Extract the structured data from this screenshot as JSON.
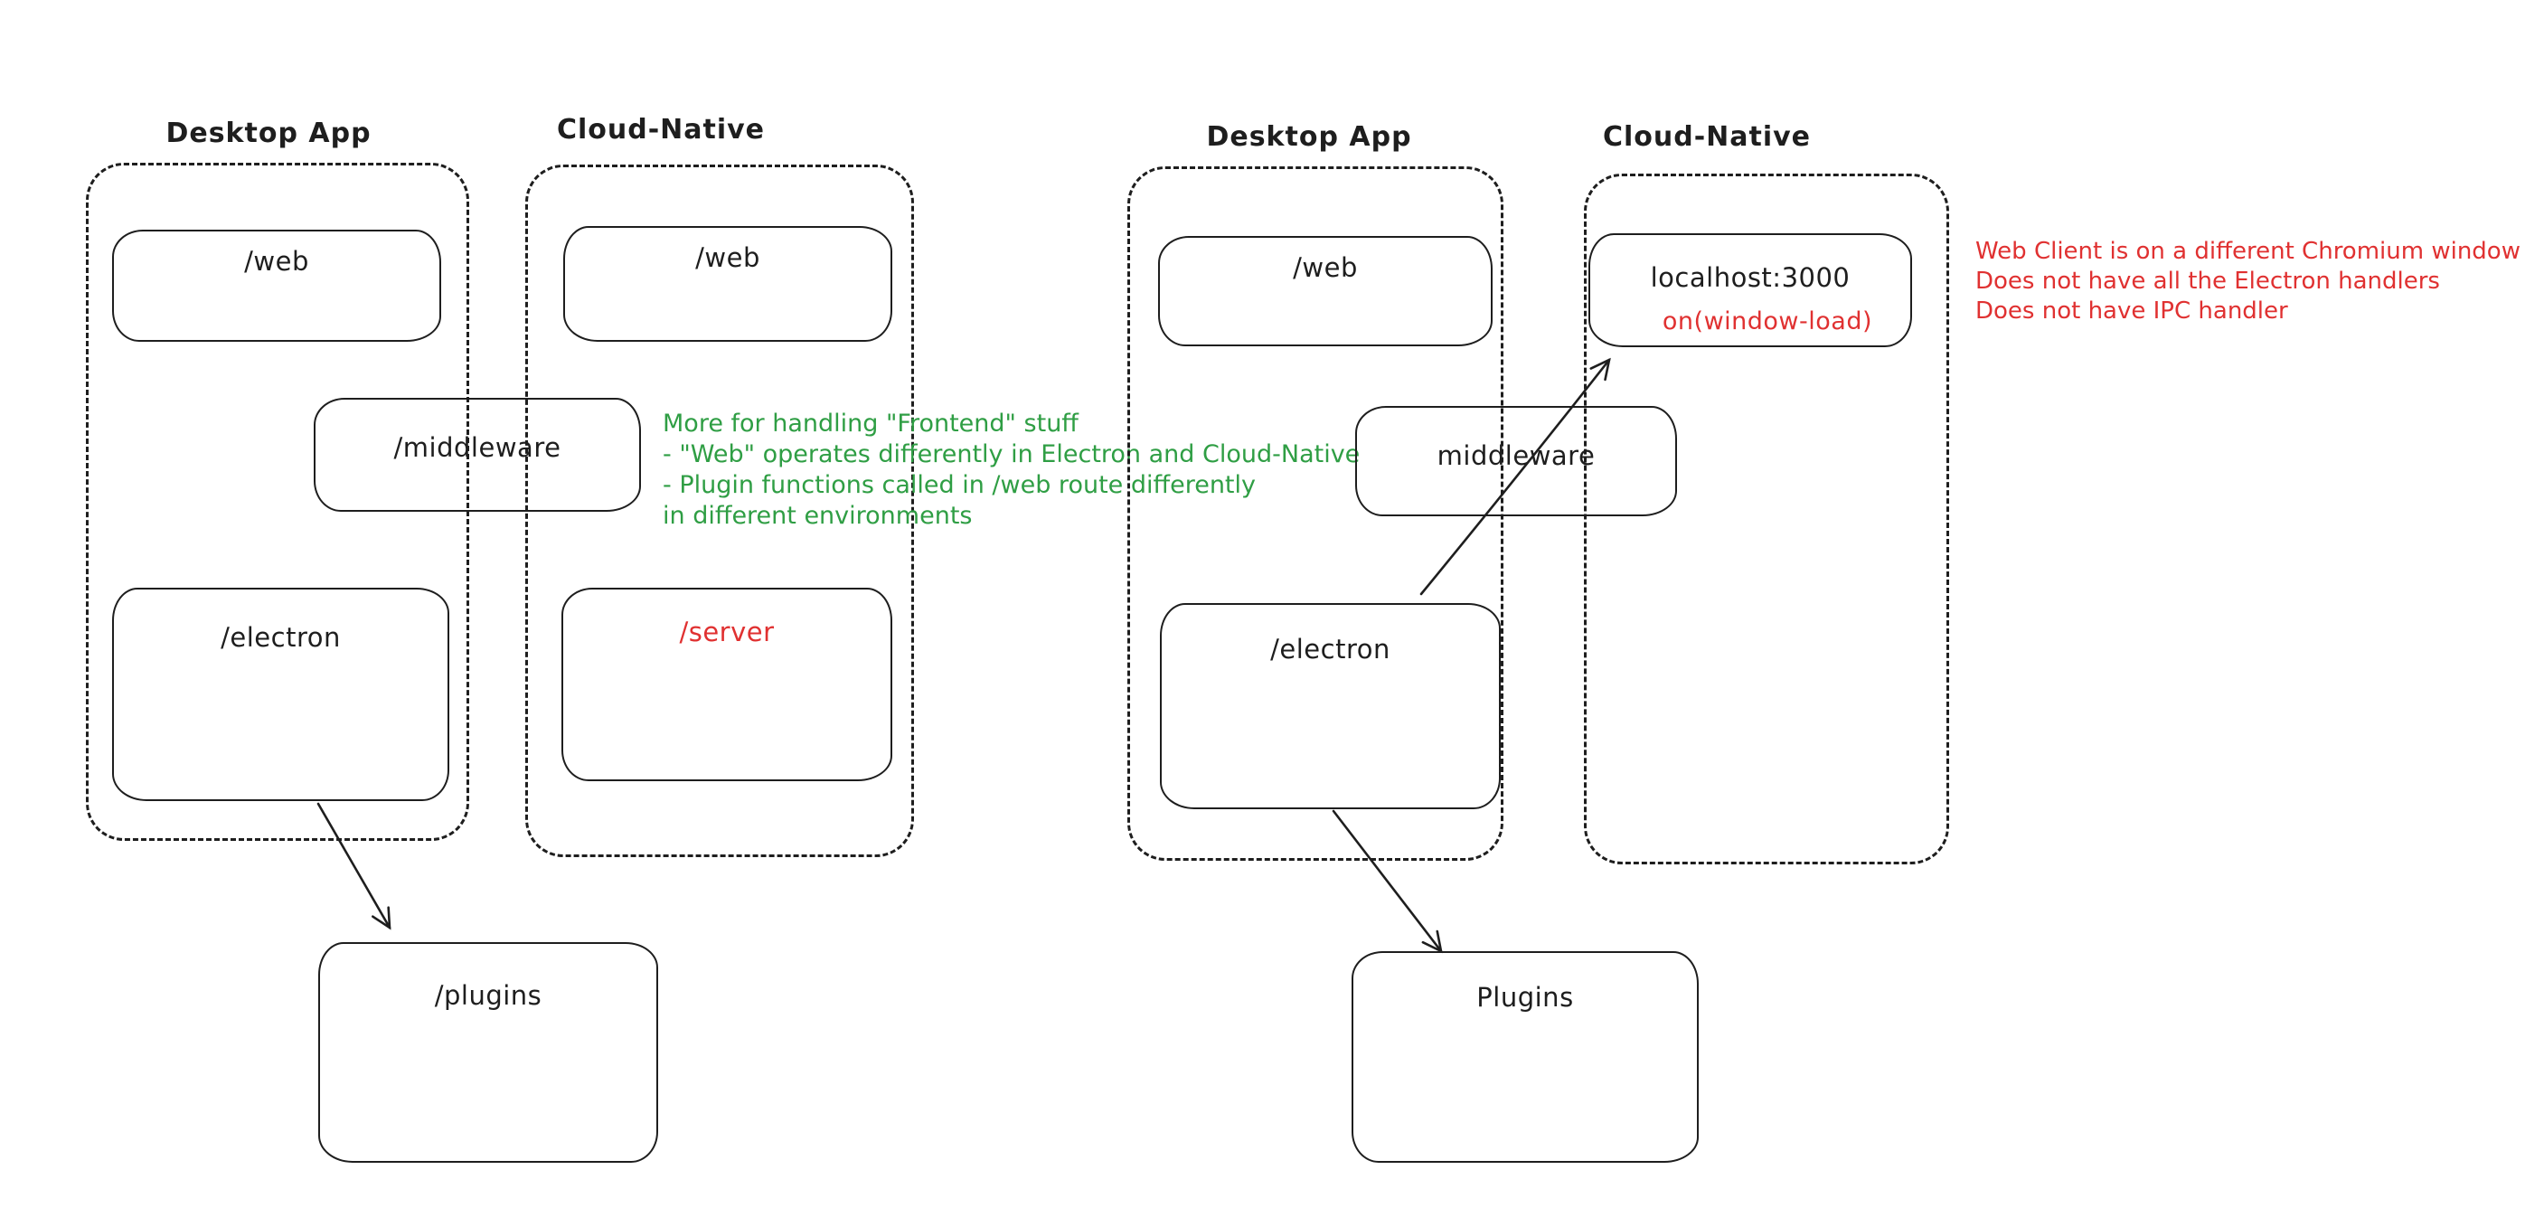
{
  "colors": {
    "stroke": "#1e1e1e",
    "note_green": "#2f9e44",
    "note_red": "#e03131",
    "background": "#ffffff"
  },
  "left": {
    "desktop": {
      "label": "Desktop App",
      "web": "/web",
      "electron": "/electron"
    },
    "cloud": {
      "label": "Cloud-Native",
      "web": "/web",
      "server": "/server"
    },
    "middleware": "/middleware",
    "plugins": "/plugins",
    "note_lines": [
      "More for handling \"Frontend\" stuff",
      "- \"Web\" operates differently in Electron and Cloud-Native",
      "- Plugin functions called in /web route differently",
      "in different environments"
    ]
  },
  "right": {
    "desktop": {
      "label": "Desktop App",
      "web": "/web",
      "electron": "/electron"
    },
    "cloud": {
      "label": "Cloud-Native",
      "localhost_title": "localhost:3000",
      "localhost_event": "on(window-load)"
    },
    "middleware": "middleware",
    "plugins": "Plugins",
    "note_lines": [
      "Web Client is on a different Chromium window",
      "Does not have all the Electron handlers",
      "Does not have IPC handler"
    ]
  }
}
